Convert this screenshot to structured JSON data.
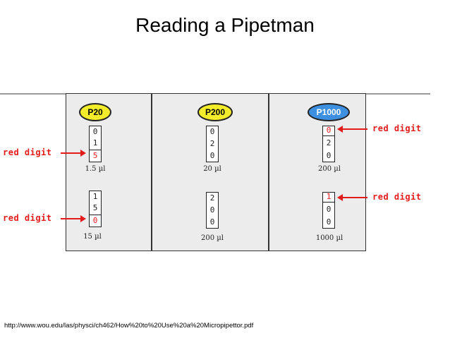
{
  "slide": {
    "title": "Reading a Pipetman",
    "source_url": "http://www.wou.edu/las/physci/ch462/How%20to%20Use%20a%20Micropipettor.pdf"
  },
  "colors": {
    "red_digit": "#e41b1b",
    "arrow": "#e41b1b",
    "p20_badge": "#f3ec2a",
    "p200_badge": "#f3ec2a",
    "p1000_badge": "#3d8fe0",
    "panel_background": "#ececec"
  },
  "callout_label": "red digit",
  "pipettes": [
    {
      "name": "P20",
      "settings": [
        {
          "digits": [
            "0",
            "1",
            "5"
          ],
          "red_index": 2,
          "volume": "1.5 µl"
        },
        {
          "digits": [
            "1",
            "5",
            "0"
          ],
          "red_index": 2,
          "volume": "15 µl"
        }
      ]
    },
    {
      "name": "P200",
      "settings": [
        {
          "digits": [
            "0",
            "2",
            "0"
          ],
          "red_index": -1,
          "volume": "20 µl"
        },
        {
          "digits": [
            "2",
            "0",
            "0"
          ],
          "red_index": -1,
          "volume": "200 µl"
        }
      ]
    },
    {
      "name": "P1000",
      "settings": [
        {
          "digits": [
            "0",
            "2",
            "0"
          ],
          "red_index": 0,
          "volume": "200 µl"
        },
        {
          "digits": [
            "1",
            "0",
            "0"
          ],
          "red_index": 0,
          "volume": "1000 µl"
        }
      ]
    }
  ]
}
